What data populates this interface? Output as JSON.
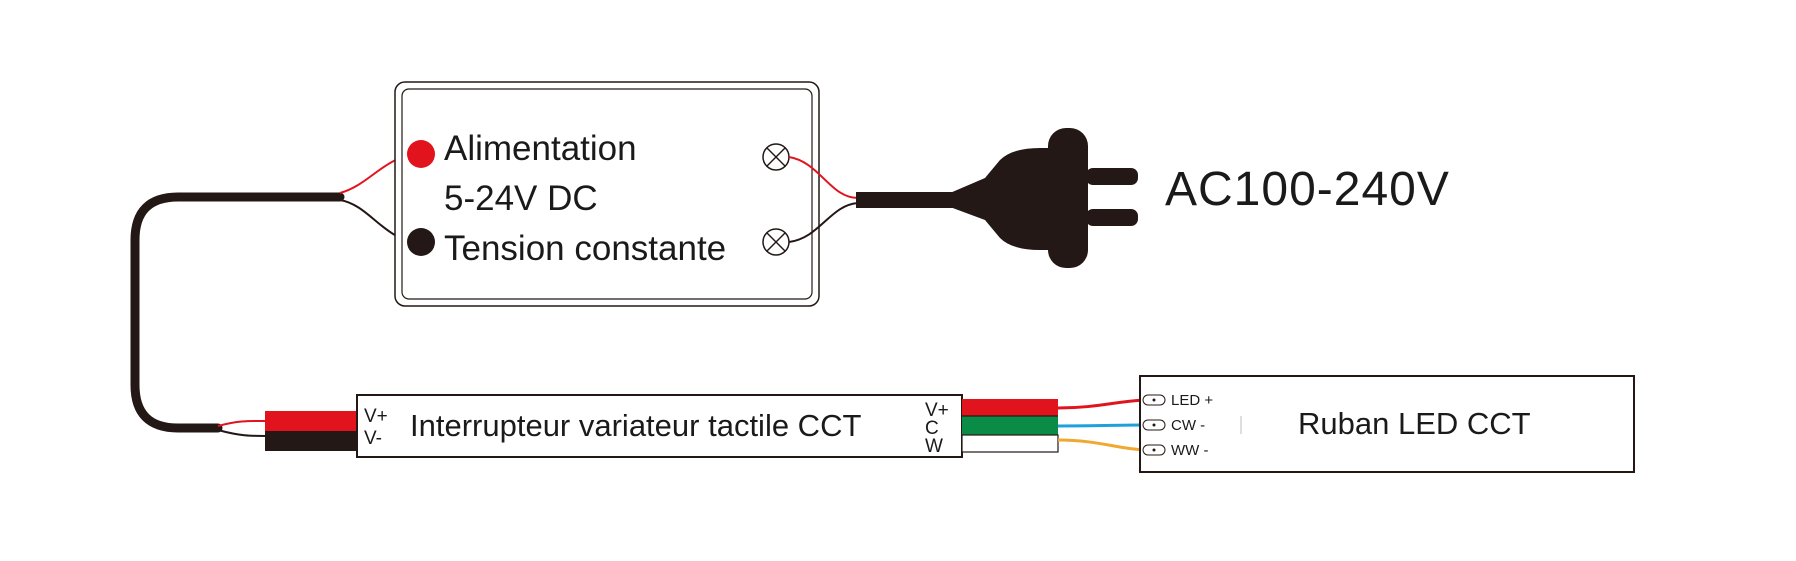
{
  "power_supply": {
    "line1": "Alimentation",
    "line2": "5-24V DC",
    "line3": "Tension constante"
  },
  "mains": {
    "voltage": "AC100-240V"
  },
  "dimmer": {
    "label": "Interrupteur variateur tactile CCT",
    "input_plus": "V+",
    "input_minus": "V-",
    "output_plus": "V+",
    "output_c": "C",
    "output_w": "W"
  },
  "led_strip": {
    "label": "Ruban LED CCT",
    "pin_led_plus": "LED +",
    "pin_cw": "CW -",
    "pin_ww": "WW -"
  },
  "colors": {
    "positive": "#e1141e",
    "negative": "#231815",
    "cold_white": "#1ea0dc",
    "warm_white": "#f0a830",
    "green": "#0a8c46",
    "outline": "#231815"
  }
}
